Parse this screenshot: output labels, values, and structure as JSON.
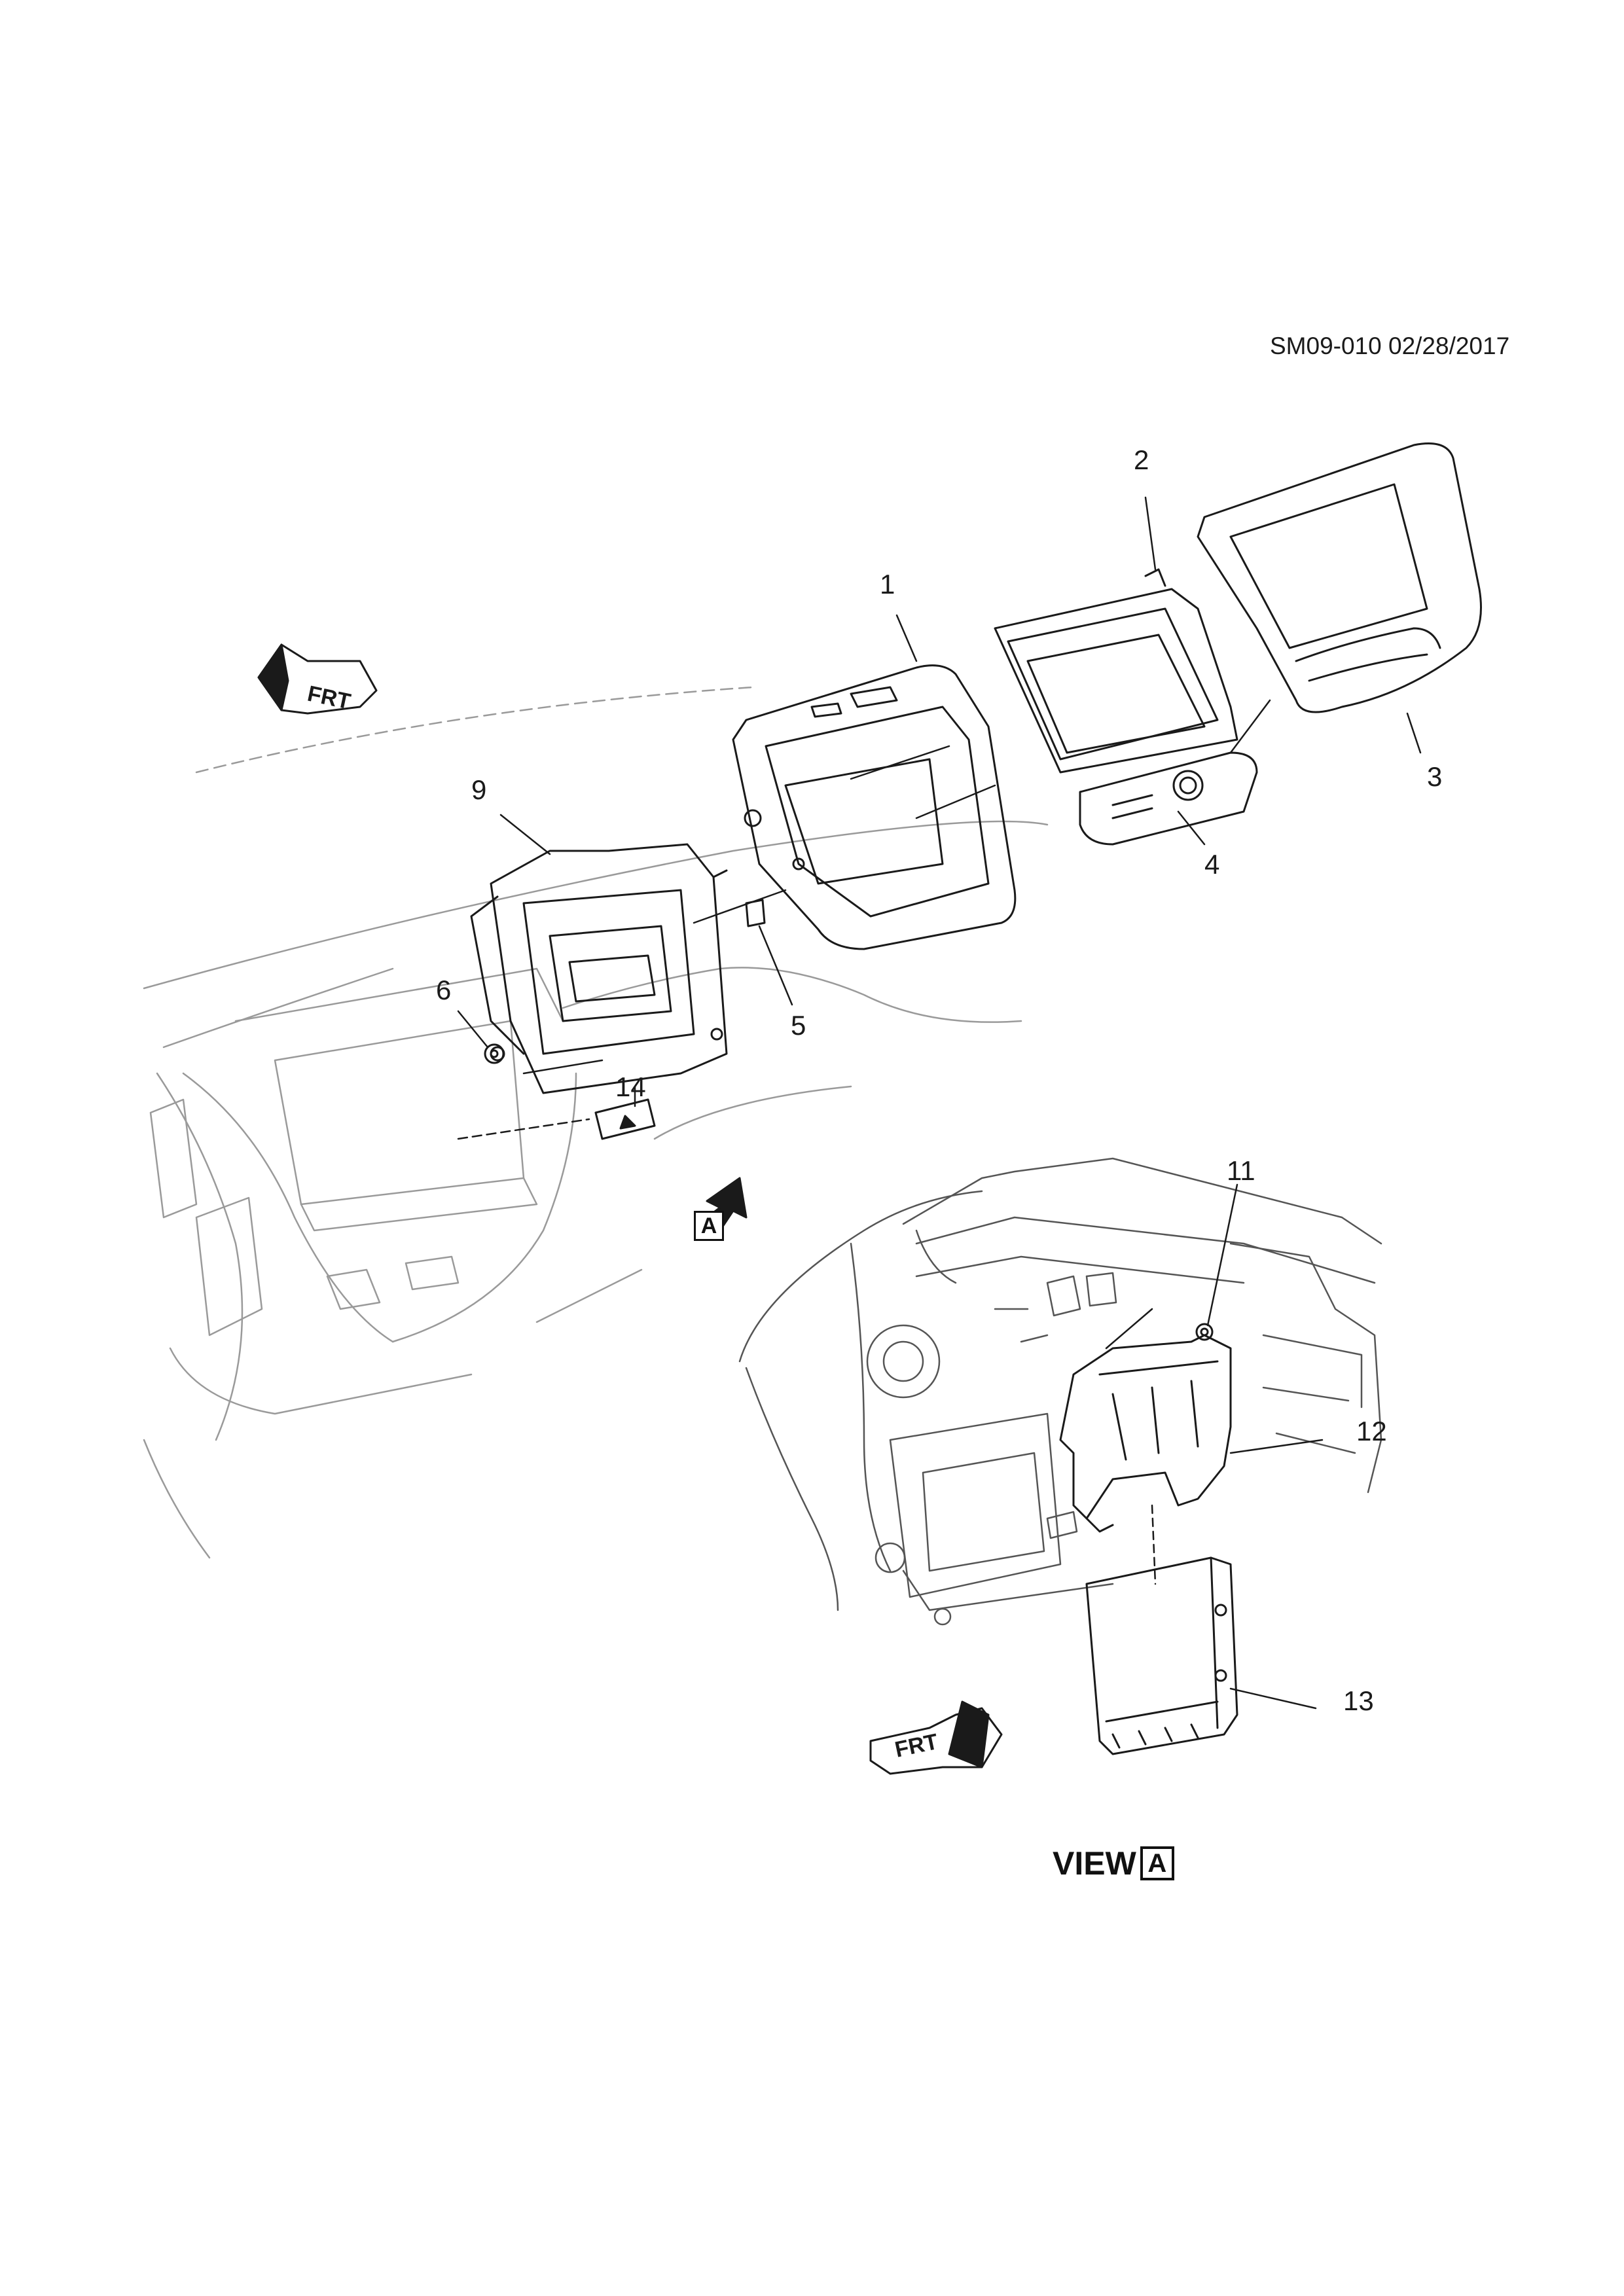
{
  "document_id": "SM09-010 02/28/2017",
  "callouts": [
    {
      "num": "1"
    },
    {
      "num": "2"
    },
    {
      "num": "3"
    },
    {
      "num": "4"
    },
    {
      "num": "5"
    },
    {
      "num": "6"
    },
    {
      "num": "9"
    },
    {
      "num": "14"
    },
    {
      "num": "11"
    },
    {
      "num": "12"
    },
    {
      "num": "13"
    }
  ],
  "view": {
    "word": "VIEW",
    "letter": "A"
  },
  "view_marker": {
    "letter": "A"
  },
  "front_arrow_text": "FRT",
  "colors": {
    "line": "#1a1a1a",
    "faint": "#9a9a9a",
    "fill": "#ffffff"
  }
}
